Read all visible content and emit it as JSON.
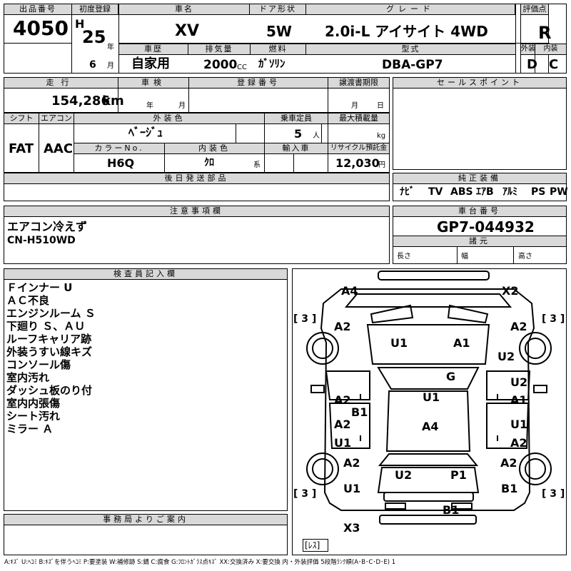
{
  "top": {
    "h_lot": "出品番号",
    "lot": "4050",
    "h_first_reg": "初度登録",
    "era": "H",
    "year": "25",
    "year_unit": "年",
    "month": "6",
    "month_unit": "月",
    "h_name": "車名",
    "name": "XV",
    "h_door": "ドア形状",
    "door": "5W",
    "h_grade": "グレード",
    "grade": "2.0i-L アイサイト 4WD",
    "h_score": "評価点",
    "score": "R",
    "h_history": "車歴",
    "history": "自家用",
    "h_displacement": "排気量",
    "displacement": "2000",
    "cc": "CC",
    "h_fuel": "燃料",
    "fuel": "ｶﾞｿﾘﾝ",
    "h_model": "型式",
    "model": "DBA-GP7",
    "h_exterior": "外装",
    "exterior": "D",
    "h_interior": "内装",
    "interior": "C"
  },
  "row2": {
    "h_mileage": "走行",
    "mileage": "154,286",
    "km": "km",
    "h_inspection": "車検",
    "insp_year": "年",
    "insp_month": "月",
    "h_registration": "登録番号",
    "h_transfer": "譲渡書期限",
    "tr_month": "月",
    "tr_day": "日",
    "h_sales": "セールスポイント"
  },
  "row3": {
    "h_shift": "シフト",
    "shift": "FAT",
    "h_ac": "エアコン",
    "ac": "AAC",
    "h_ext_color": "外装色",
    "ext_color": "ﾍﾞｰｼﾞｭ",
    "h_capacity": "乗車定員",
    "capacity": "5",
    "capacity_unit": "人",
    "h_load": "最大積載量",
    "load_unit": "kg",
    "h_color_no": "カラーNo.",
    "color_no": "H6Q",
    "h_int_color": "内装色",
    "int_color": "ｸﾛ",
    "int_suffix": "系",
    "h_import": "輸入車",
    "h_recycle": "リサイクル預託金",
    "recycle": "12,030",
    "yen": "円"
  },
  "row4": {
    "h_parts": "後日発送部品",
    "h_equipment": "純正装備",
    "equipment": [
      "ﾅﾋﾞ",
      "TV",
      "ABS",
      "ｴｱB",
      "ｱﾙﾐ",
      "PS",
      "PW"
    ]
  },
  "notes": {
    "h_notes": "注意事項欄",
    "lines": [
      "エアコン冷えず",
      "CN-H510WD"
    ],
    "h_chassis": "車台番号",
    "chassis": "GP7-044932",
    "h_specs": "諸元",
    "length": "長さ",
    "width": "幅",
    "height": "高さ"
  },
  "inspector": {
    "h_title": "検査員記入欄",
    "lines": [
      "Ｆインナー U",
      "ＡＣ不良",
      "エンジンルーム Ｓ",
      "下廻り Ｓ、ＡＵ",
      "ルーフキャリア跡",
      "外装うすい線キズ",
      "コンソール傷",
      "室内汚れ",
      "ダッシュ板のり付",
      "室内内張傷",
      "シート汚れ",
      "ミラー Ａ"
    ]
  },
  "office": {
    "h_title": "事務局よりご案内"
  },
  "diagram": {
    "labels": {
      "a4_top": "A4",
      "x2_top": "X2",
      "fl_3": "[ 3 ]",
      "fr_3": "[ 3 ]",
      "a2_fl": "A2",
      "a2_fr": "A2",
      "u1_hood": "U1",
      "a1_hood": "A1",
      "u2_fr": "U2",
      "g_glass": "G",
      "a2_ld1": "A2",
      "b1_l": "B1",
      "u1_roof": "U1",
      "u2_rd": "U2",
      "a1_rd": "A1",
      "a2_ld2": "A2",
      "u1_ld2": "U1",
      "a4_roof": "A4",
      "u1_rd2": "U1",
      "a2_rd2": "A2",
      "a2_rl": "A2",
      "u2_trunk": "U2",
      "p1_trunk": "P1",
      "a2_rr": "A2",
      "u1_rl": "U1",
      "b1_rr": "B1",
      "rl_3": "[ 3 ]",
      "rr_3": "[ 3 ]",
      "b1_bumper": "B1",
      "x3_rear": "X3",
      "les": "[ﾚｽ]"
    }
  },
  "legend": "A:ｷｽﾞ U:ﾍｺﾐ B:ｷｽﾞを伴うﾍｺﾐ P:要塗装 W:補修跡 S:錆 C:腐食 G:ﾌﾛﾝﾄｶﾞﾗｽ点ｷｽﾞ XX:交換済み X:要交換 内・外装評価 5段階ﾗﾝｸ順(A･B･C･D･E) 1"
}
